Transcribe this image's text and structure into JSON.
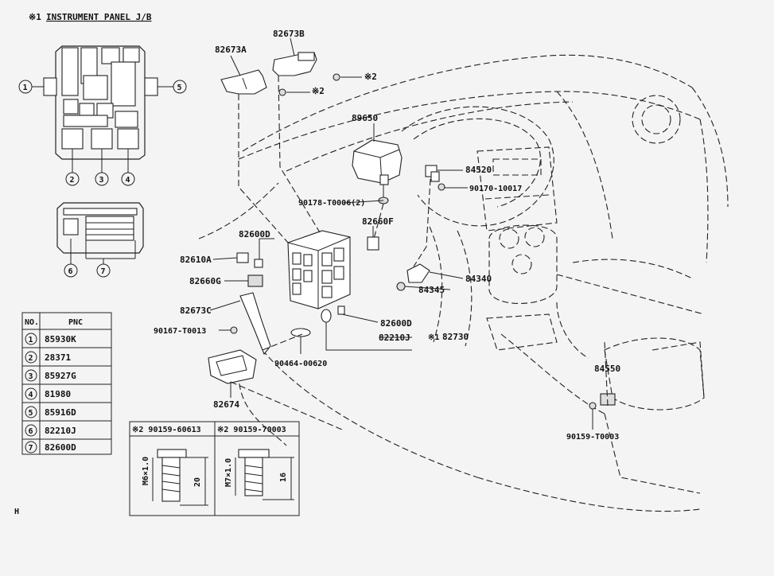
{
  "header": {
    "jb_title_mark": "※1",
    "jb_title": "INSTRUMENT PANEL J/B"
  },
  "jb_markers": {
    "m1": "1",
    "m2": "2",
    "m3": "3",
    "m4": "4",
    "m5": "5",
    "m6": "6",
    "m7": "7"
  },
  "parts": {
    "p82673A": "82673A",
    "p82673B": "82673B",
    "note2a": "※2",
    "note2b": "※2",
    "p89650": "89650",
    "p84520": "84520",
    "p90170": "90170-10017",
    "p90178": "90178-T0006(2)",
    "p82660F": "82660F",
    "p82600D_top": "82600D",
    "p82610A": "82610A",
    "p82660G": "82660G",
    "p84340": "84340",
    "p84345": "84345",
    "p82673C": "82673C",
    "p82600D_low": "82600D",
    "p90167": "90167-T0013",
    "p82210J": "82210J",
    "p82730_mark": "※1",
    "p82730": "82730",
    "p90464": "90464-00620",
    "p84550": "84550",
    "p82674": "82674",
    "p90159T": "90159-T0003"
  },
  "pnc_table": {
    "col_no": "NO.",
    "col_pnc": "PNC",
    "rows": [
      {
        "no": "1",
        "pnc": "85930K"
      },
      {
        "no": "2",
        "pnc": "28371"
      },
      {
        "no": "3",
        "pnc": "85927G"
      },
      {
        "no": "4",
        "pnc": "81980"
      },
      {
        "no": "5",
        "pnc": "85916D"
      },
      {
        "no": "6",
        "pnc": "82210J"
      },
      {
        "no": "7",
        "pnc": "82600D"
      }
    ]
  },
  "bolts": {
    "left_title": "※2 90159-60613",
    "right_title": "※2 90159-70003",
    "left_thread": "M6×1.0",
    "left_length": "20",
    "right_thread": "M7×1.0",
    "right_length": "16"
  },
  "footer": {
    "mark": "H"
  }
}
